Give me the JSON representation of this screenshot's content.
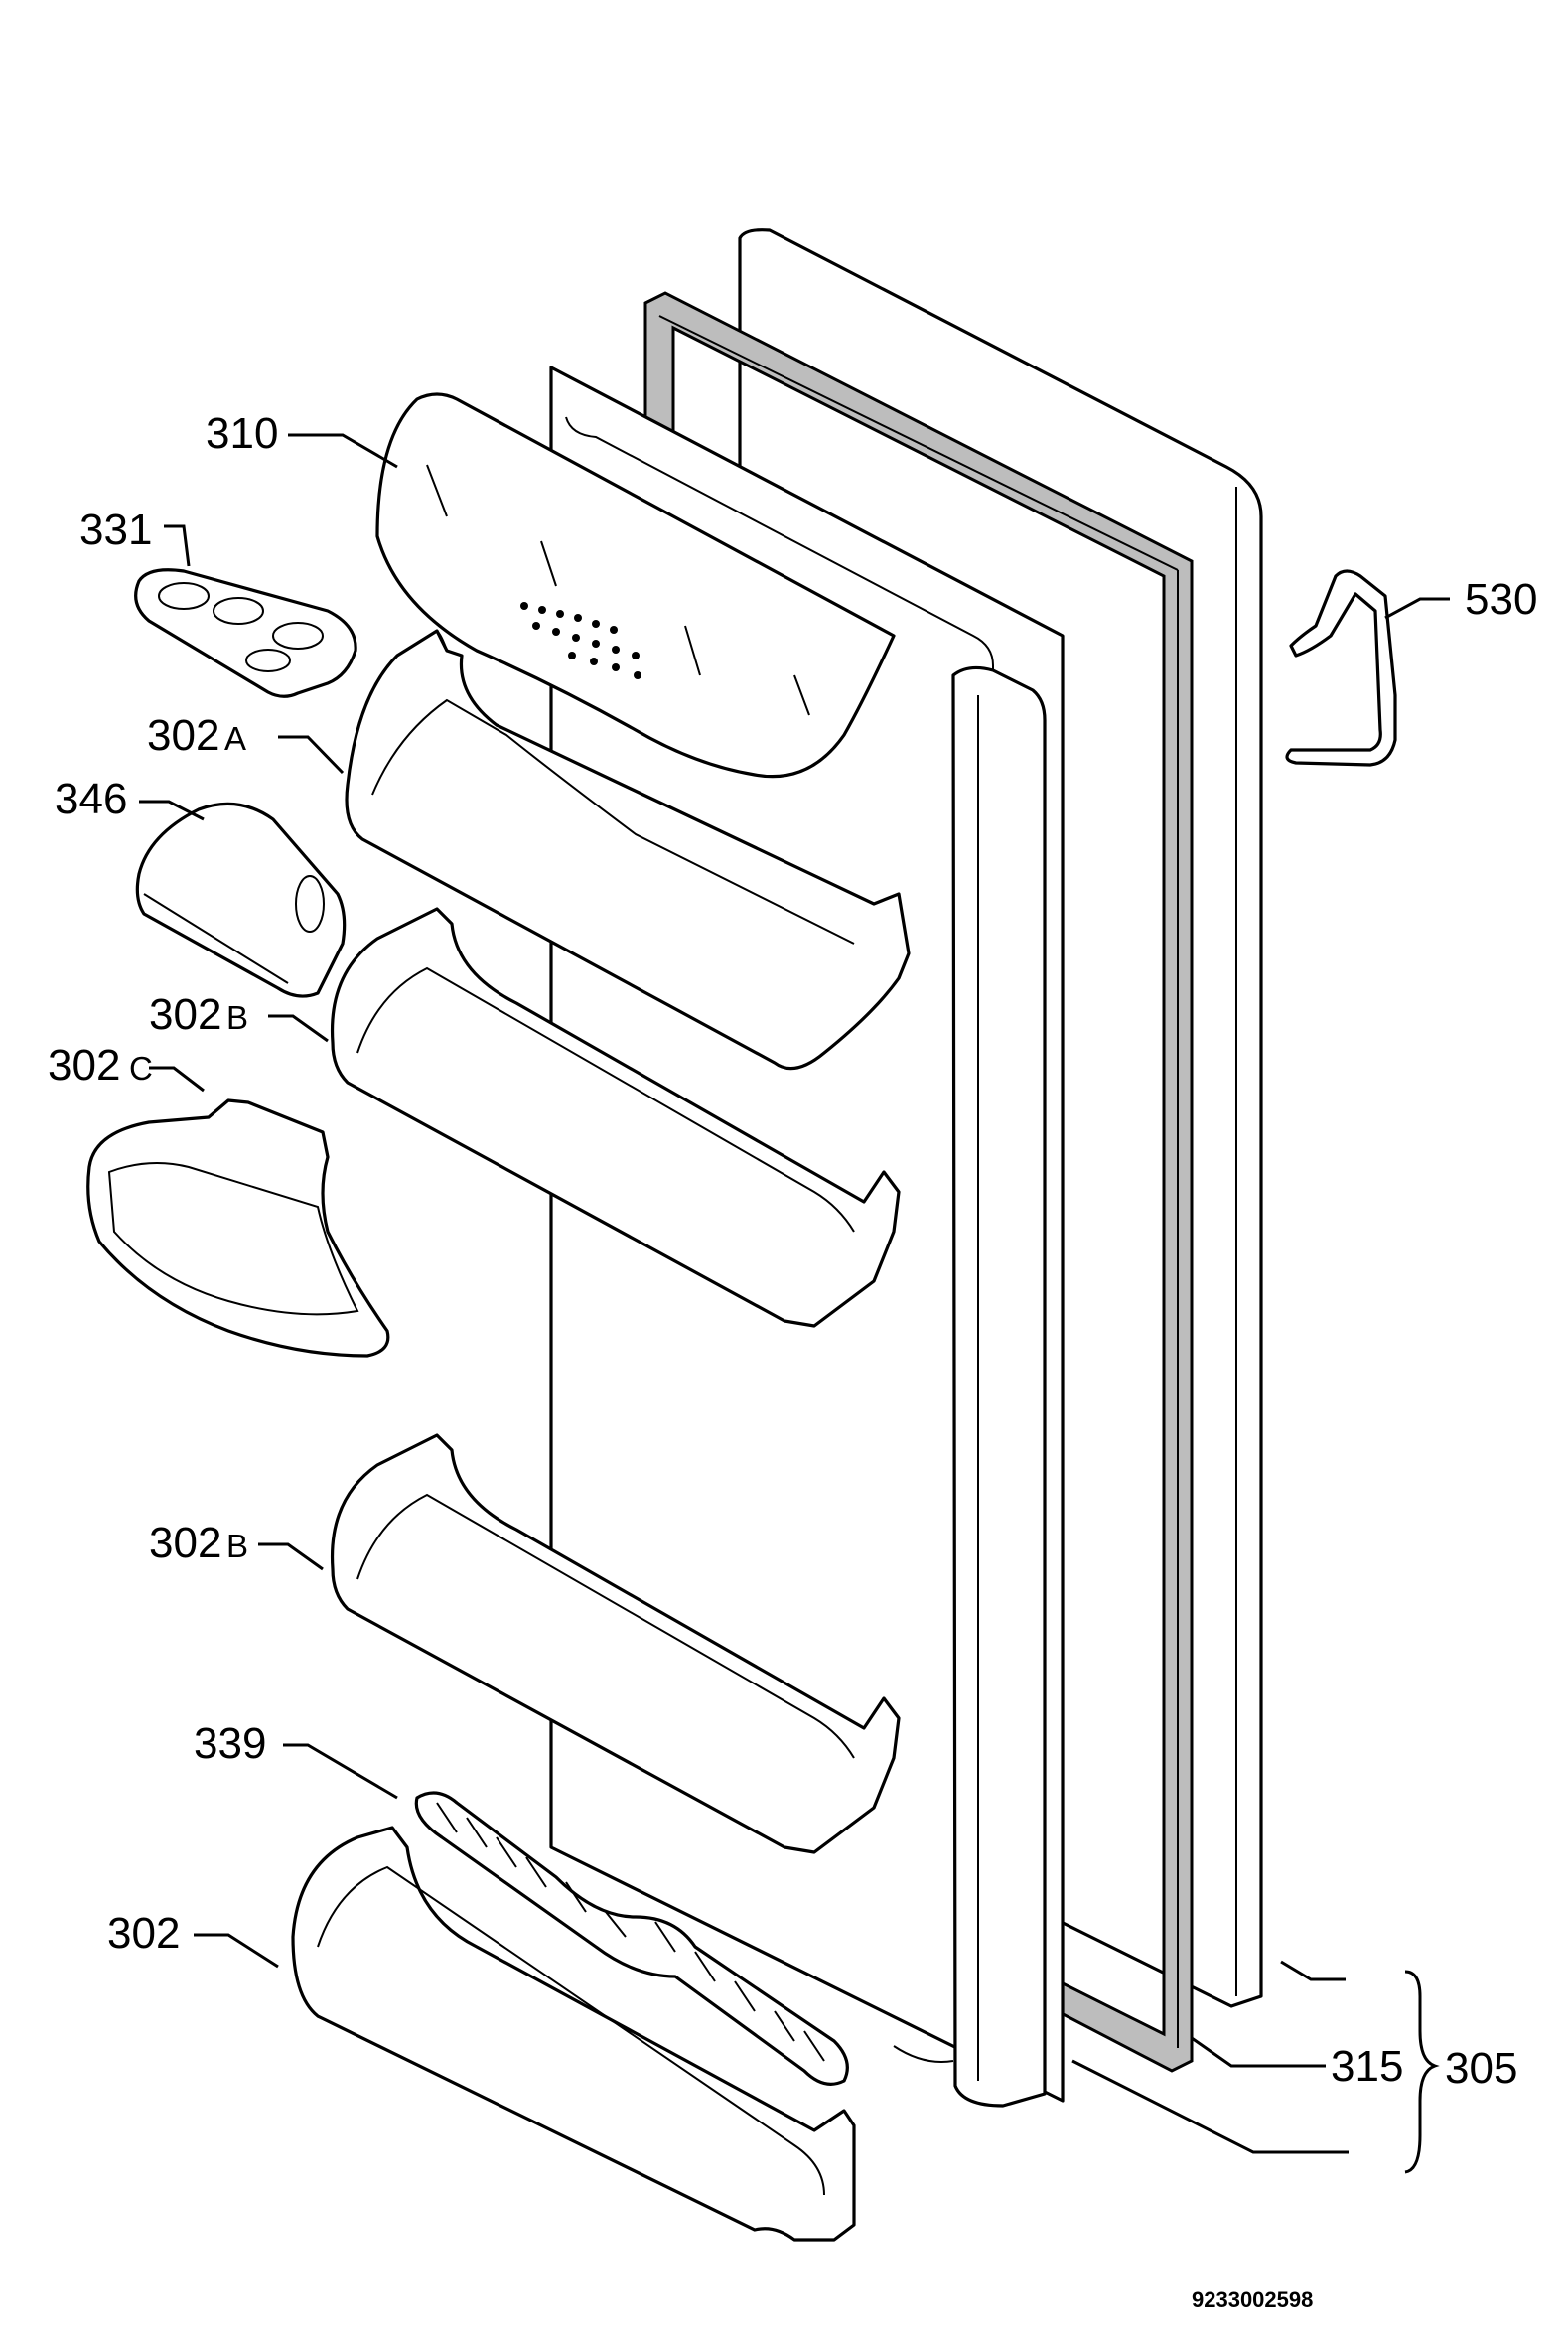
{
  "parts": {
    "p310": "310",
    "p331": "331",
    "p302a_num": "302",
    "p302a_suf": "A",
    "p346": "346",
    "p302b1_num": "302",
    "p302b1_suf": "B",
    "p302c_num": "302",
    "p302c_suf": "C",
    "p302b2_num": "302",
    "p302b2_suf": "B",
    "p339": "339",
    "p302": "302",
    "p530": "530",
    "p315": "315",
    "p305": "305"
  },
  "drawing_code": "9233002598"
}
